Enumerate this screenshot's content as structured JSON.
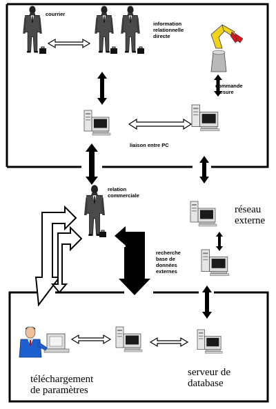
{
  "labels": {
    "courrier": "courrier",
    "information_relationnelle": "information\nrelationnelle\ndirecte",
    "commande_mesure": "commande\nmesure",
    "liaison_pc": "liaison entre PC",
    "relation_commerciale": "relation\ncommerciale",
    "reseau_externe": "réseau\nexterne",
    "recherche_base": "recherche\nbase de\ndonnées\nexternes",
    "telechargement": "téléchargement\nde paramètres",
    "serveur_database": "serveur de\ndatabase"
  },
  "icons": {
    "person": "businessman-icon",
    "computer": "desktop-computer-icon",
    "robot": "robot-arm-icon",
    "operator": "operator-at-computer-icon"
  },
  "colors": {
    "line": "#000000",
    "robot_yellow": "#f2d21a",
    "robot_red": "#d21818",
    "computer_body": "#e6e6e6",
    "screen": "#1a1a1a",
    "operator_blue": "#1e5fd0"
  }
}
